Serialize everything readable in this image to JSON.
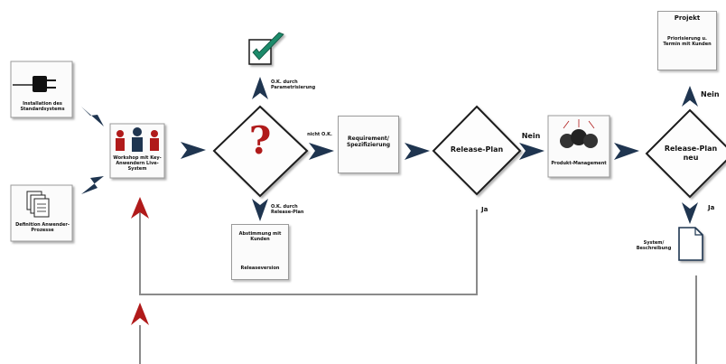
{
  "nodes": {
    "installation": "Installation des Standardsystems",
    "definition": "Definition Anwender-Prozesse",
    "workshop": "Workshop mit Key-Anwendern Live-System",
    "decision_question": "?",
    "requirement": "Requirement/ Spezifizierung",
    "release_plan": "Release-Plan",
    "produkt": "Produkt-Management",
    "release_plan_neu": "Release-Plan neu",
    "projekt_title": "Projekt",
    "projekt_body": "Priorisierung u. Termin mit Kunden",
    "abstimmung": "Abstimmung mit Kunden",
    "releaseversion": "Releaseversion",
    "system_beschreibung": "System/ Beschreibung"
  },
  "edges": {
    "ok_param": "O.K. durch Parametrisierung",
    "nicht_ok": "nicht O.K.",
    "ok_release": "O.K. durch Release-Plan",
    "nein_1": "Nein",
    "ja_1": "Ja",
    "nein_2": "Nein",
    "ja_2": "Ja"
  },
  "colors": {
    "arrow": "#1f3550",
    "arrow_red": "#b01a1a",
    "line": "#8a8a8a",
    "check": "#1f8a6a"
  }
}
